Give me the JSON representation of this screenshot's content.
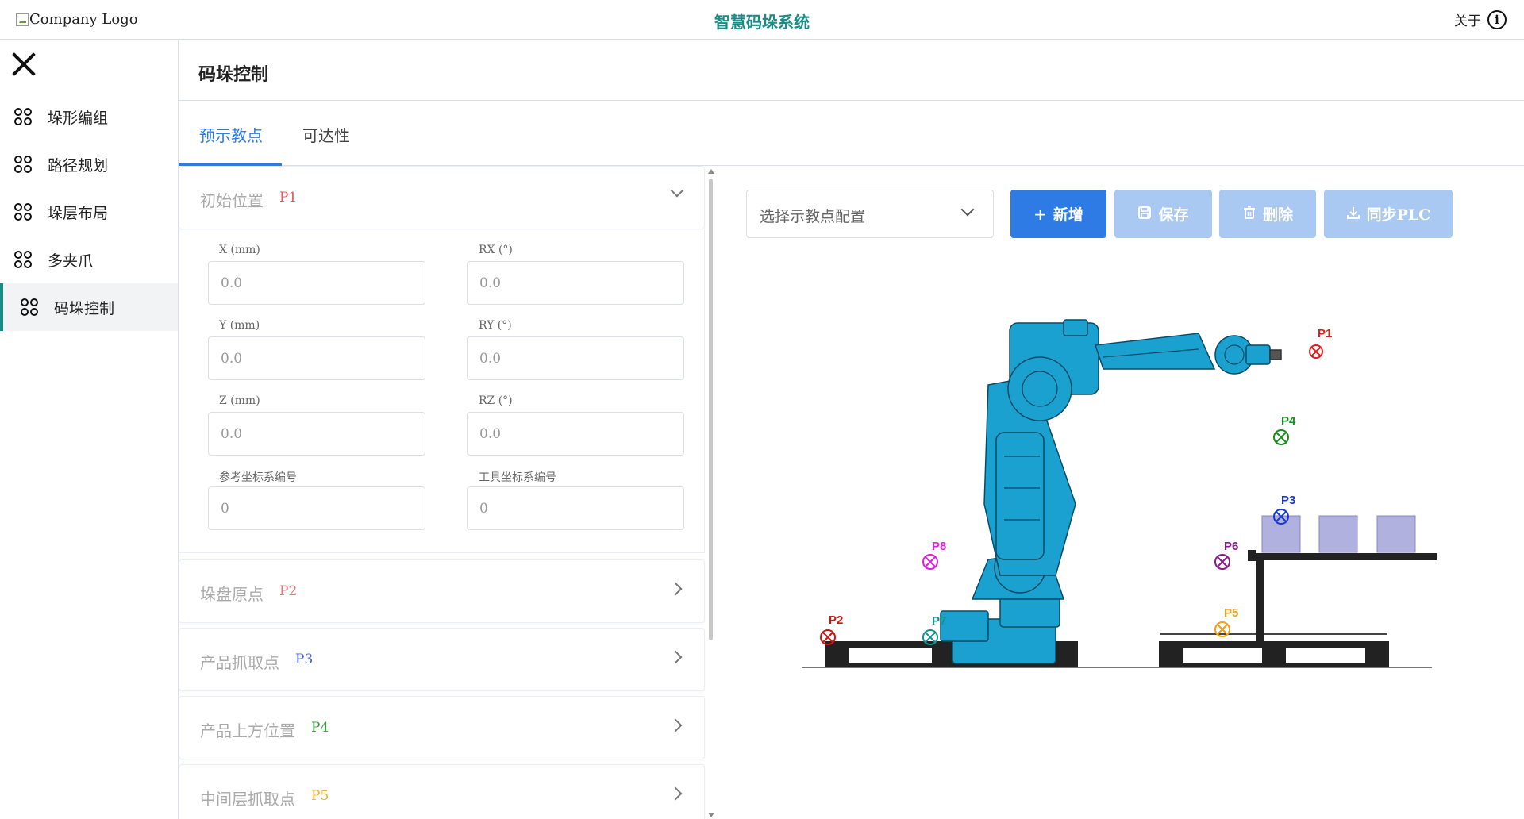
{
  "header": {
    "logo_alt": "Company Logo",
    "title": "智慧码垛系统",
    "about_label": "关于"
  },
  "sidebar": {
    "items": [
      {
        "label": "垛形编组",
        "active": false
      },
      {
        "label": "路径规划",
        "active": false
      },
      {
        "label": "垛层布局",
        "active": false
      },
      {
        "label": "多夹爪",
        "active": false
      },
      {
        "label": "码垛控制",
        "active": true
      }
    ]
  },
  "main": {
    "page_title": "码垛控制",
    "tabs": [
      {
        "label": "预示教点",
        "active": true
      },
      {
        "label": "可达性",
        "active": false
      }
    ]
  },
  "panel": {
    "sections": [
      {
        "title": "初始位置",
        "tag": "P1",
        "tag_color": "#e85656",
        "expanded": true
      },
      {
        "title": "垛盘原点",
        "tag": "P2",
        "tag_color": "#e07a7a",
        "expanded": false
      },
      {
        "title": "产品抓取点",
        "tag": "P3",
        "tag_color": "#4a5fd8",
        "expanded": false
      },
      {
        "title": "产品上方位置",
        "tag": "P4",
        "tag_color": "#3a9a3a",
        "expanded": false
      },
      {
        "title": "中间层抓取点",
        "tag": "P5",
        "tag_color": "#f0b030",
        "expanded": false
      }
    ],
    "fields": [
      {
        "label": "X (mm)",
        "value": "0.0"
      },
      {
        "label": "RX (°)",
        "value": "0.0"
      },
      {
        "label": "Y (mm)",
        "value": "0.0"
      },
      {
        "label": "RY (°)",
        "value": "0.0"
      },
      {
        "label": "Z (mm)",
        "value": "0.0"
      },
      {
        "label": "RZ (°)",
        "value": "0.0"
      },
      {
        "label": "参考坐标系编号",
        "value": "0"
      },
      {
        "label": "工具坐标系编号",
        "value": "0"
      }
    ]
  },
  "toolbar": {
    "select_placeholder": "选择示教点配置",
    "add_label": "新增",
    "save_label": "保存",
    "delete_label": "删除",
    "sync_label": "同步PLC"
  },
  "diagram": {
    "points": [
      {
        "label": "P1",
        "color": "#e02020"
      },
      {
        "label": "P2",
        "color": "#c81818"
      },
      {
        "label": "P3",
        "color": "#1a3ad8"
      },
      {
        "label": "P4",
        "color": "#1f8a1f"
      },
      {
        "label": "P5",
        "color": "#f0a020"
      },
      {
        "label": "P6",
        "color": "#8a1a8a"
      },
      {
        "label": "P7",
        "color": "#1a9090"
      },
      {
        "label": "P8",
        "color": "#e020e0"
      }
    ]
  }
}
